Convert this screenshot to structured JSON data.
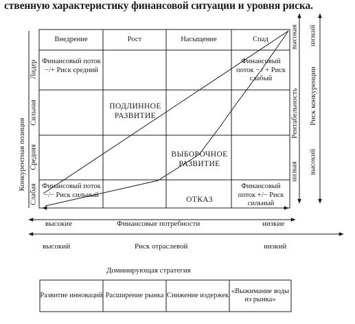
{
  "intro_text": "ственную характеристику финансовой ситуации и уровня риска.",
  "stages": [
    "Внедрение",
    "Рост",
    "Насыщение",
    "Спад"
  ],
  "positions": [
    "Лидер",
    "Сильная",
    "Средняя",
    "Слабая"
  ],
  "cells": {
    "leader_intro": "Финансовый поток −/+ Риск средний",
    "leader_decline": "Финансовый поток − / + Риск слабый",
    "weak_intro": "Финансовый поток −/− Риск сильный",
    "weak_decline": "Финансовый поток +/− Риск сильный"
  },
  "zones": {
    "genuine": "ПОДЛИННОЕ РАЗВИТИЕ",
    "selective": "ВЫБОРОЧНОЕ РАЗВИТИЕ",
    "refusal": "ОТКАЗ"
  },
  "axes": {
    "left": "Конкурентная позиция",
    "right_profit": "Рентабельность",
    "right_profit_high": "высокая",
    "right_profit_low": "низкая",
    "right_comp": "Риск конкуренции",
    "right_comp_low": "низкий",
    "right_comp_high": "высокий",
    "fin_needs": "Финансовые потребности",
    "fin_high": "высокие",
    "fin_low": "низкие",
    "risk": "Риск отраслевой",
    "risk_high": "высокий",
    "risk_low": "низкий"
  },
  "strategy": {
    "title": "Доминирующая стратегия",
    "items": [
      "Развитие инноваций",
      "Расширение рынка",
      "Снижение издержек",
      "«Выжимание воды из рынка»"
    ]
  },
  "colors": {
    "ink": "#1a1a1a",
    "background": "#ffffff"
  }
}
